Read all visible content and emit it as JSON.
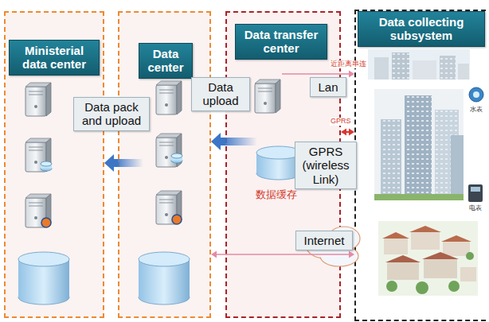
{
  "diagram": {
    "nodes": [
      {
        "text": [
          "Ministerial data center"
        ]
      },
      {
        "text": [
          "Data center"
        ]
      },
      {
        "text": [
          "Data transfer center"
        ]
      },
      {
        "text": [
          "Data collecting subsystem"
        ]
      }
    ],
    "edges": [
      {
        "from": 2,
        "to": 1,
        "arrow": "to",
        "label": "Data upload"
      },
      {
        "from": 1,
        "to": 0,
        "arrow": "to",
        "label": "Data pack and upload"
      },
      {
        "from": 2,
        "to": 3,
        "arrow": "to",
        "label": "Lan"
      },
      {
        "from": 2,
        "to": 3,
        "arrow": "both",
        "label": "GPRS (wireless Link)"
      },
      {
        "from": 1,
        "to": 3,
        "arrow": "both",
        "label": "Internet"
      }
    ],
    "labels": [
      "近距离串连",
      "GPRS",
      "数据缓存",
      "水表",
      "电表"
    ]
  }
}
